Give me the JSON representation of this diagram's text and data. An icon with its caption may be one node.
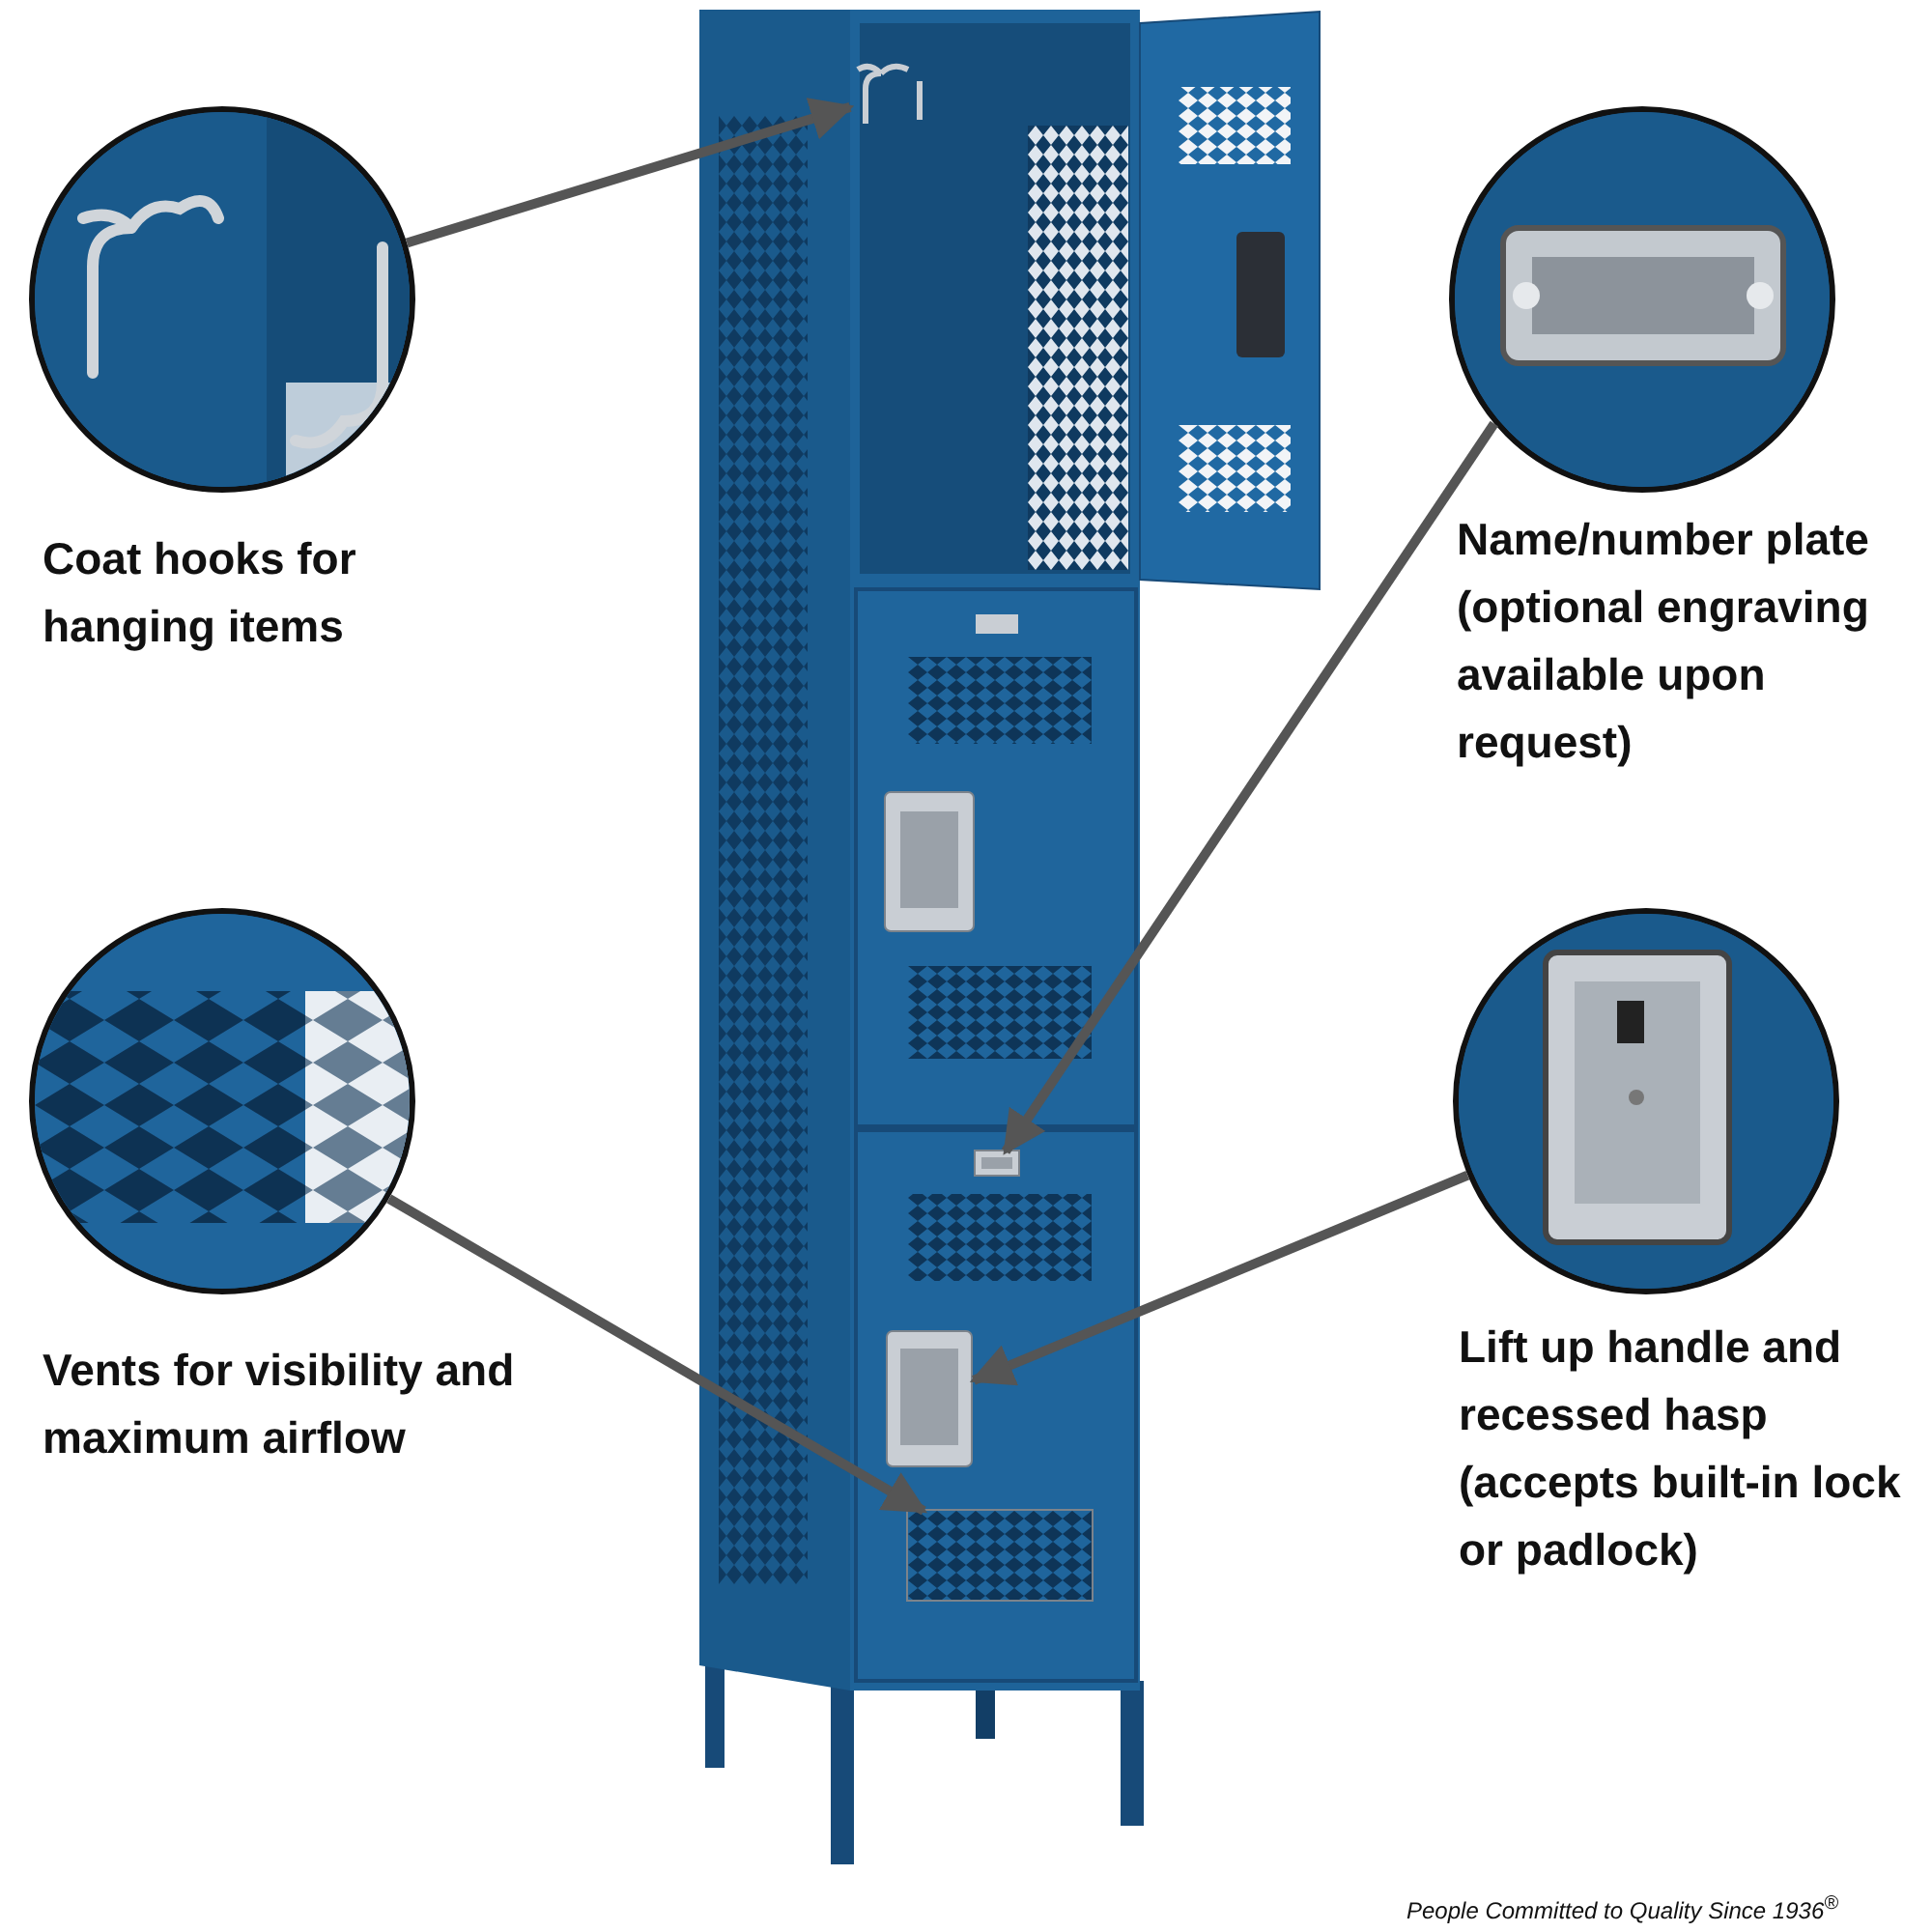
{
  "diagram": {
    "nodes": [
      {
        "text": [],
        "shape": "picture"
      },
      {
        "text": [],
        "shape": "picture",
        "beside": [
          "Coat hooks for hanging items"
        ]
      },
      {
        "text": [],
        "shape": "picture",
        "beside": [
          "Name/number plate (optional engraving available upon request)"
        ]
      },
      {
        "text": [],
        "shape": "picture",
        "beside": [
          "Vents for visibility and maximum airflow"
        ]
      },
      {
        "text": [],
        "shape": "picture",
        "beside": [
          "Lift up handle and recessed hasp (accepts built-in lock or padlock)"
        ]
      },
      {
        "text": [],
        "shape": "picture",
        "in": 0
      },
      {
        "text": [],
        "shape": "box",
        "in": 0
      },
      {
        "text": [],
        "shape": "box",
        "in": 0
      },
      {
        "text": [],
        "shape": "picture",
        "in": 0
      }
    ],
    "edges": [
      {
        "from": 1,
        "to": 5,
        "arrow": "to"
      },
      {
        "from": 2,
        "to": 6,
        "arrow": "to"
      },
      {
        "from": 3,
        "to": 7,
        "arrow": "to"
      },
      {
        "from": 4,
        "to": 8,
        "arrow": "to"
      }
    ],
    "labels": [
      "People Committed to Quality Since 1936$^{®}$"
    ]
  }
}
